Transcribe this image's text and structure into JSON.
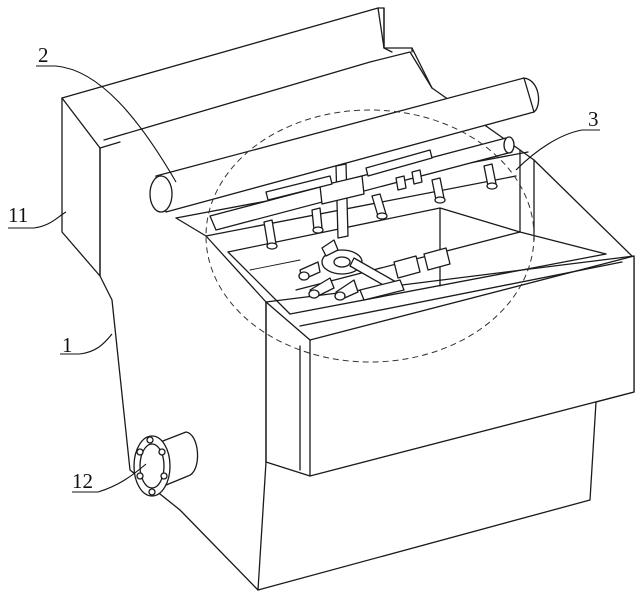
{
  "figure": {
    "labels": {
      "pipe": "2",
      "nozzle_assembly": "3",
      "side_panel": "11",
      "tank_body": "1",
      "flange_outlet": "12"
    }
  }
}
